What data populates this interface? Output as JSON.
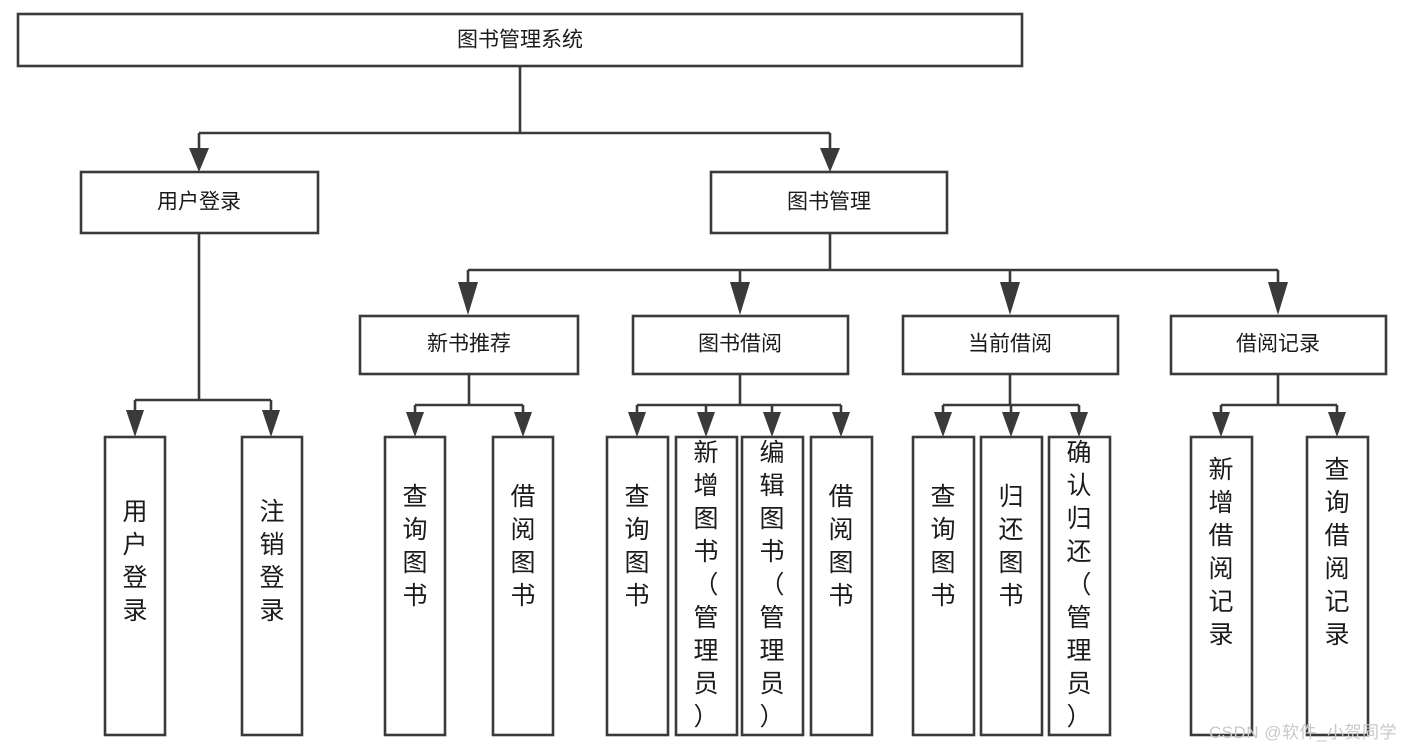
{
  "diagram": {
    "title": "图书管理系统",
    "type": "tree-hierarchy-chart",
    "root": {
      "label": "图书管理系统"
    },
    "level2": [
      {
        "label": "用户登录"
      },
      {
        "label": "图书管理"
      }
    ],
    "level3": [
      {
        "label": "新书推荐"
      },
      {
        "label": "图书借阅"
      },
      {
        "label": "当前借阅"
      },
      {
        "label": "借阅记录"
      }
    ],
    "leaves": {
      "user_login": [
        {
          "label": "用户登录"
        },
        {
          "label": "注销登录"
        }
      ],
      "new_book_recommend": [
        {
          "label": "查询图书"
        },
        {
          "label": "借阅图书"
        }
      ],
      "book_borrow": [
        {
          "label": "查询图书"
        },
        {
          "label": "新增图书（管理员）"
        },
        {
          "label": "编辑图书（管理员）"
        },
        {
          "label": "借阅图书"
        }
      ],
      "current_borrow": [
        {
          "label": "查询图书"
        },
        {
          "label": "归还图书"
        },
        {
          "label": "确认归还（管理员）"
        }
      ],
      "borrow_record": [
        {
          "label": "新增借阅记录"
        },
        {
          "label": "查询借阅记录"
        }
      ]
    }
  },
  "watermark": {
    "text": "CSDN @软件_小贺同学"
  },
  "colors": {
    "stroke": "#3a3a3a",
    "fill": "#ffffff",
    "text": "#1b1b1b",
    "watermark": "#c9c9c9"
  }
}
